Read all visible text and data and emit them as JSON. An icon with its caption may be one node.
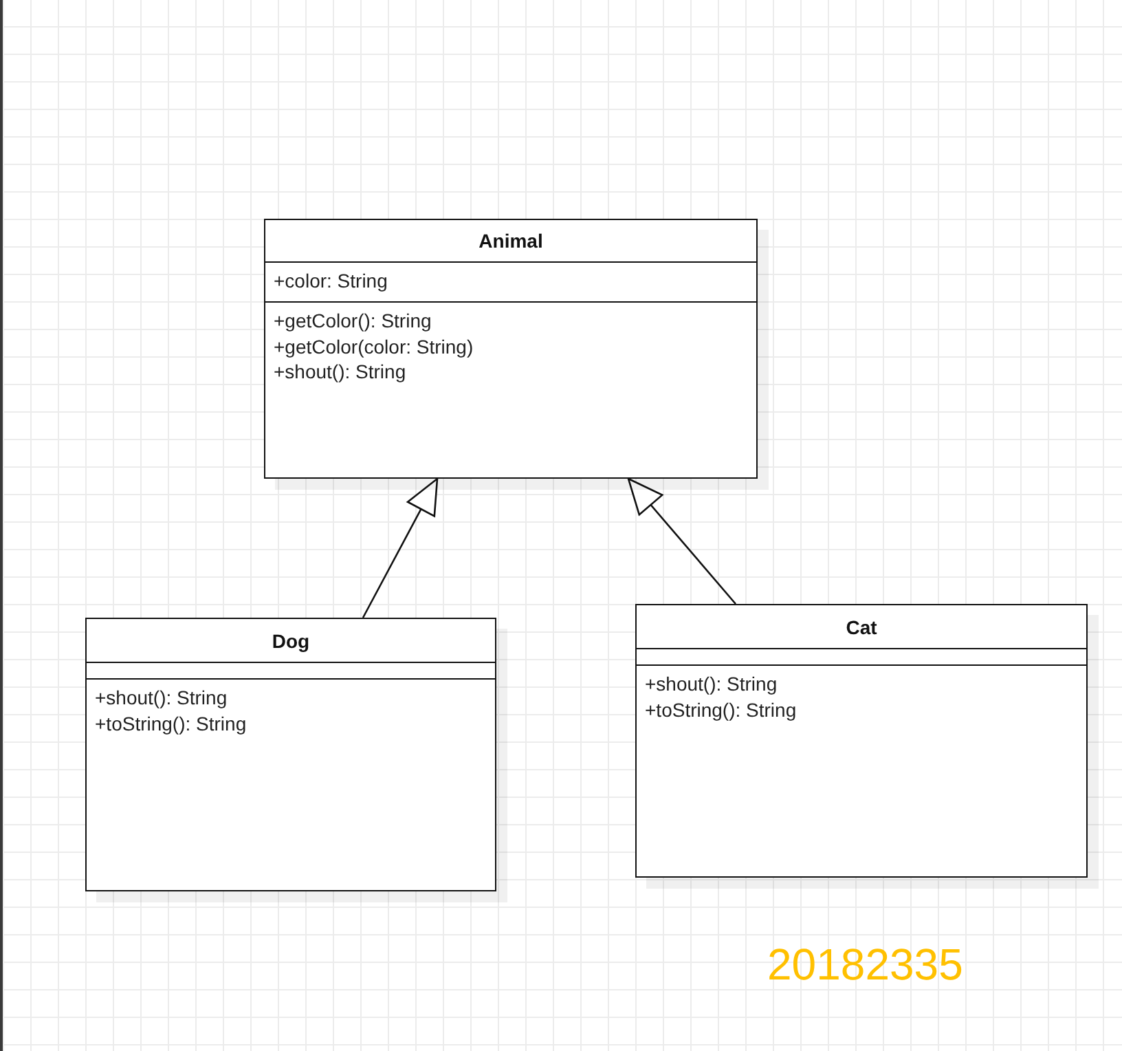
{
  "diagram": {
    "nodes": [
      {
        "text": [
          "Animal"
        ]
      },
      {
        "text": [
          "+color: String"
        ],
        "in": 0
      },
      {
        "text": [
          "+getColor(): String",
          "+getColor(color: String)",
          "+shout(): String"
        ],
        "in": 0
      },
      {
        "text": [
          "Dog"
        ]
      },
      {
        "text": [],
        "shape": "box",
        "in": 3
      },
      {
        "text": [
          "+shout(): String",
          "+toString(): String"
        ],
        "in": 3
      },
      {
        "text": [
          "Cat"
        ]
      },
      {
        "text": [],
        "shape": "box",
        "in": 6
      },
      {
        "text": [
          "+shout(): String",
          "+toString(): String"
        ],
        "in": 6
      }
    ],
    "edges": [
      {
        "from": 3,
        "to": 0,
        "arrow": "to"
      },
      {
        "from": 6,
        "to": 0,
        "arrow": "to"
      }
    ],
    "labels": [
      "20182335"
    ]
  }
}
